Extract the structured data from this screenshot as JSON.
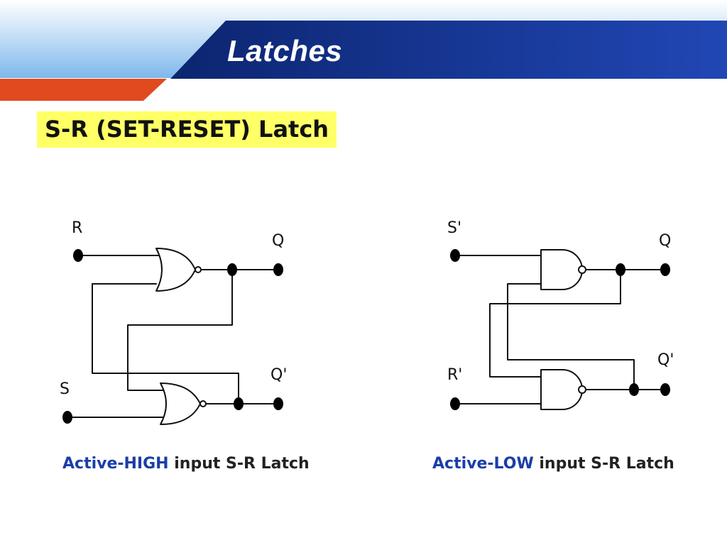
{
  "slide": {
    "title": "Latches",
    "subtitle": "S-R (SET-RESET) Latch"
  },
  "theme": {
    "banner_dark": "#0d2a78",
    "banner_bright": "#2147b5",
    "banner_light": "#8ec4f0",
    "accent_orange": "#e04a1e",
    "subtitle_highlight": "#ffff66",
    "caption_highlight": "#1a3ea8"
  },
  "left_circuit": {
    "gate_type": "NOR",
    "labels": {
      "top_input": "R",
      "bottom_input": "S",
      "top_output": "Q",
      "bottom_output": "Q'"
    },
    "caption": {
      "highlight": "Active-HIGH",
      "rest": " input S-R Latch"
    }
  },
  "right_circuit": {
    "gate_type": "NAND",
    "labels": {
      "top_input": "S'",
      "bottom_input": "R'",
      "top_output": "Q",
      "bottom_output": "Q'"
    },
    "caption": {
      "highlight": "Active-LOW",
      "rest": " input S-R Latch"
    }
  }
}
